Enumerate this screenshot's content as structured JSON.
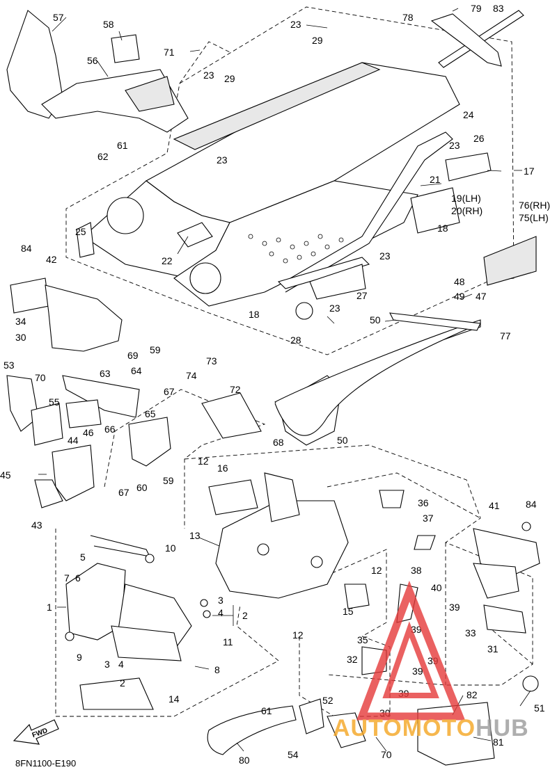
{
  "diagram_code": "8FN1100-E190",
  "fwd_label": "FWD",
  "watermark": {
    "part1": "AUTOMOTO",
    "part2": "HUB",
    "color1": "#f5a623",
    "color2": "#9b9b9b",
    "triangle_color": "#e63a3a"
  },
  "callouts": [
    {
      "id": "c57",
      "text": "57"
    },
    {
      "id": "c58",
      "text": "58"
    },
    {
      "id": "c56",
      "text": "56"
    },
    {
      "id": "c71",
      "text": "71"
    },
    {
      "id": "c23a",
      "text": "23"
    },
    {
      "id": "c29a",
      "text": "29"
    },
    {
      "id": "c23b",
      "text": "23"
    },
    {
      "id": "c29b",
      "text": "29"
    },
    {
      "id": "c78",
      "text": "78"
    },
    {
      "id": "c79",
      "text": "79"
    },
    {
      "id": "c83",
      "text": "83"
    },
    {
      "id": "c62",
      "text": "62"
    },
    {
      "id": "c61a",
      "text": "61"
    },
    {
      "id": "c24",
      "text": "24"
    },
    {
      "id": "c23c",
      "text": "23"
    },
    {
      "id": "c26",
      "text": "26"
    },
    {
      "id": "c23d",
      "text": "23"
    },
    {
      "id": "c17",
      "text": "17"
    },
    {
      "id": "c21",
      "text": "21"
    },
    {
      "id": "c19",
      "text": "19(LH)"
    },
    {
      "id": "c20",
      "text": "20(RH)"
    },
    {
      "id": "c76",
      "text": "76(RH)"
    },
    {
      "id": "c75",
      "text": "75(LH)"
    },
    {
      "id": "c25",
      "text": "25"
    },
    {
      "id": "c18a",
      "text": "18"
    },
    {
      "id": "c22",
      "text": "22"
    },
    {
      "id": "c23e",
      "text": "23"
    },
    {
      "id": "c84a",
      "text": "84"
    },
    {
      "id": "c42",
      "text": "42"
    },
    {
      "id": "c48",
      "text": "48"
    },
    {
      "id": "c49",
      "text": "49"
    },
    {
      "id": "c47",
      "text": "47"
    },
    {
      "id": "c27",
      "text": "27"
    },
    {
      "id": "c18b",
      "text": "18"
    },
    {
      "id": "c23f",
      "text": "23"
    },
    {
      "id": "c34",
      "text": "34"
    },
    {
      "id": "c30a",
      "text": "30"
    },
    {
      "id": "c50a",
      "text": "50"
    },
    {
      "id": "c77",
      "text": "77"
    },
    {
      "id": "c28",
      "text": "28"
    },
    {
      "id": "c69",
      "text": "69"
    },
    {
      "id": "c59a",
      "text": "59"
    },
    {
      "id": "c53",
      "text": "53"
    },
    {
      "id": "c73",
      "text": "73"
    },
    {
      "id": "c70a",
      "text": "70"
    },
    {
      "id": "c63",
      "text": "63"
    },
    {
      "id": "c64",
      "text": "64"
    },
    {
      "id": "c74",
      "text": "74"
    },
    {
      "id": "c72",
      "text": "72"
    },
    {
      "id": "c55",
      "text": "55"
    },
    {
      "id": "c67a",
      "text": "67"
    },
    {
      "id": "c66",
      "text": "66"
    },
    {
      "id": "c65",
      "text": "65"
    },
    {
      "id": "c46",
      "text": "46"
    },
    {
      "id": "c44",
      "text": "44"
    },
    {
      "id": "c50b",
      "text": "50"
    },
    {
      "id": "c68",
      "text": "68"
    },
    {
      "id": "c12a",
      "text": "12"
    },
    {
      "id": "c16",
      "text": "16"
    },
    {
      "id": "c45",
      "text": "45"
    },
    {
      "id": "c67b",
      "text": "67"
    },
    {
      "id": "c60",
      "text": "60"
    },
    {
      "id": "c59b",
      "text": "59"
    },
    {
      "id": "c36",
      "text": "36"
    },
    {
      "id": "c41",
      "text": "41"
    },
    {
      "id": "c84b",
      "text": "84"
    },
    {
      "id": "c43",
      "text": "43"
    },
    {
      "id": "c37",
      "text": "37"
    },
    {
      "id": "c13",
      "text": "13"
    },
    {
      "id": "c10",
      "text": "10"
    },
    {
      "id": "c5",
      "text": "5"
    },
    {
      "id": "c7",
      "text": "7"
    },
    {
      "id": "c6",
      "text": "6"
    },
    {
      "id": "c12b",
      "text": "12"
    },
    {
      "id": "c38",
      "text": "38"
    },
    {
      "id": "c40",
      "text": "40"
    },
    {
      "id": "c1",
      "text": "1"
    },
    {
      "id": "c3a",
      "text": "3"
    },
    {
      "id": "c4a",
      "text": "4"
    },
    {
      "id": "c2a",
      "text": "2"
    },
    {
      "id": "c15",
      "text": "15"
    },
    {
      "id": "c39a",
      "text": "39"
    },
    {
      "id": "c39b",
      "text": "39"
    },
    {
      "id": "c33",
      "text": "33"
    },
    {
      "id": "c11",
      "text": "11"
    },
    {
      "id": "c9",
      "text": "9"
    },
    {
      "id": "c12c",
      "text": "12"
    },
    {
      "id": "c35",
      "text": "35"
    },
    {
      "id": "c31",
      "text": "31"
    },
    {
      "id": "c39c",
      "text": "39"
    },
    {
      "id": "c3b",
      "text": "3"
    },
    {
      "id": "c4b",
      "text": "4"
    },
    {
      "id": "c32",
      "text": "32"
    },
    {
      "id": "c39d",
      "text": "39"
    },
    {
      "id": "c8",
      "text": "8"
    },
    {
      "id": "c2b",
      "text": "2"
    },
    {
      "id": "c39e",
      "text": "39"
    },
    {
      "id": "c14",
      "text": "14"
    },
    {
      "id": "c82",
      "text": "82"
    },
    {
      "id": "c51",
      "text": "51"
    },
    {
      "id": "c61b",
      "text": "61"
    },
    {
      "id": "c52",
      "text": "52"
    },
    {
      "id": "c30b",
      "text": "30"
    },
    {
      "id": "c81",
      "text": "81"
    },
    {
      "id": "c80",
      "text": "80"
    },
    {
      "id": "c54",
      "text": "54"
    },
    {
      "id": "c70b",
      "text": "70"
    }
  ]
}
